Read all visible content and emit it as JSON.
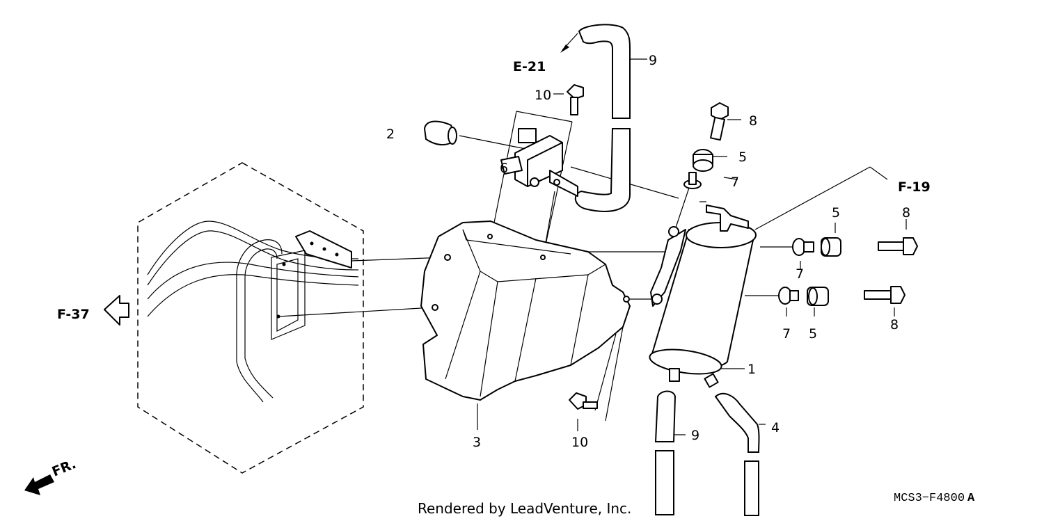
{
  "callouts": {
    "c1": "1",
    "c2": "2",
    "c3": "3",
    "c4": "4",
    "c5a": "5",
    "c5b": "5",
    "c5c": "5",
    "c6": "6",
    "c7a": "7",
    "c7b": "7",
    "c7c": "7",
    "c8a": "8",
    "c8b": "8",
    "c8c": "8",
    "c9a": "9",
    "c9b": "9",
    "c10a": "10",
    "c10b": "10"
  },
  "refs": {
    "e21": "E-21",
    "f19": "F-19",
    "f37": "F-37",
    "front": "FR."
  },
  "diagram_code": {
    "main": "MCS3−F4800",
    "suffix": "A"
  },
  "credit": "Rendered by LeadVenture, Inc."
}
